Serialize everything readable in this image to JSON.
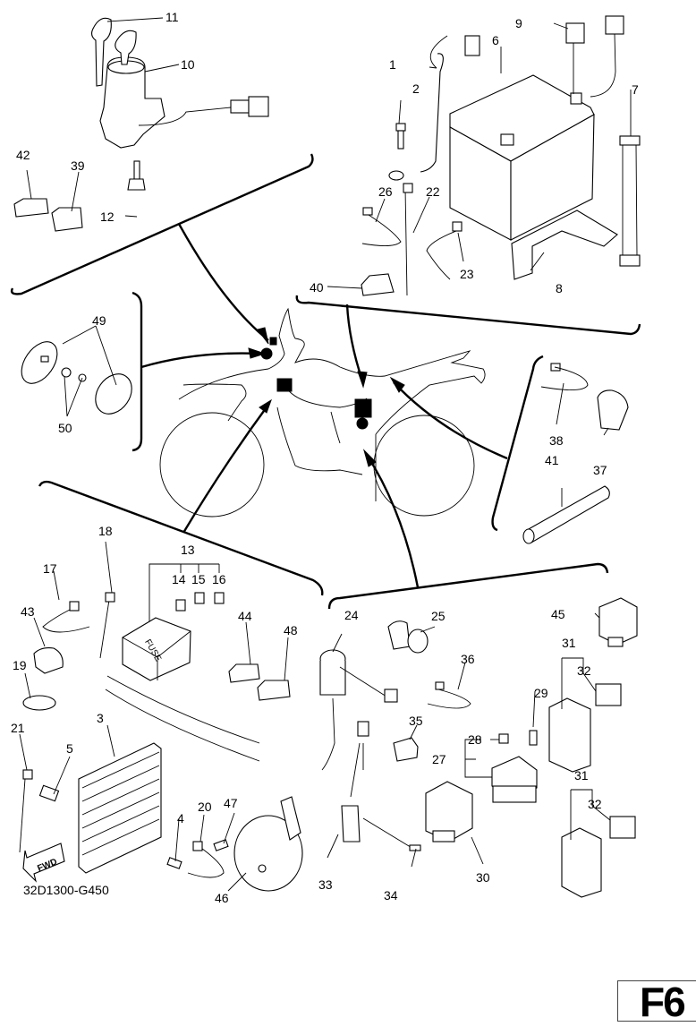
{
  "diagram": {
    "title": "Electrical parts exploded view",
    "drawing_code": "32D1300-G450",
    "page_tag": "F6",
    "fwd_label": "FWD",
    "fuse_label": "FUSE",
    "callouts": {
      "c1": "1",
      "c2": "2",
      "c3": "3",
      "c4": "4",
      "c5": "5",
      "c6": "6",
      "c7": "7",
      "c8": "8",
      "c9": "9",
      "c10": "10",
      "c11": "11",
      "c12": "12",
      "c13": "13",
      "c14": "14",
      "c15": "15",
      "c16": "16",
      "c17": "17",
      "c18": "18",
      "c19": "19",
      "c20": "20",
      "c21": "21",
      "c22": "22",
      "c23": "23",
      "c24": "24",
      "c25": "25",
      "c26": "26",
      "c27": "27",
      "c28": "28",
      "c29": "29",
      "c30": "30",
      "c31a": "31",
      "c31b": "31",
      "c32a": "32",
      "c32b": "32",
      "c33": "33",
      "c34": "34",
      "c35": "35",
      "c36": "36",
      "c37": "37",
      "c38": "38",
      "c39": "39",
      "c40": "40",
      "c41": "41",
      "c42": "42",
      "c43": "43",
      "c44": "44",
      "c45": "45",
      "c46": "46",
      "c47": "47",
      "c48": "48",
      "c49": "49",
      "c50": "50"
    },
    "groups": [
      {
        "name": "main-switch-group",
        "parts": [
          "10",
          "11",
          "12",
          "39",
          "42"
        ]
      },
      {
        "name": "battery-group",
        "parts": [
          "1",
          "2",
          "6",
          "7",
          "8",
          "9",
          "22",
          "23",
          "26",
          "40"
        ]
      },
      {
        "name": "reflector-group",
        "parts": [
          "49",
          "50"
        ]
      },
      {
        "name": "clamp-group",
        "parts": [
          "37",
          "38",
          "41"
        ]
      },
      {
        "name": "rectifier-fuse-group",
        "parts": [
          "3",
          "4",
          "5",
          "13",
          "14",
          "15",
          "16",
          "17",
          "18",
          "19",
          "20",
          "21",
          "43",
          "44",
          "46",
          "47",
          "48"
        ]
      },
      {
        "name": "relay-switch-group",
        "parts": [
          "24",
          "25",
          "27",
          "28",
          "29",
          "30",
          "31",
          "32",
          "33",
          "34",
          "35",
          "36",
          "45"
        ]
      }
    ]
  }
}
